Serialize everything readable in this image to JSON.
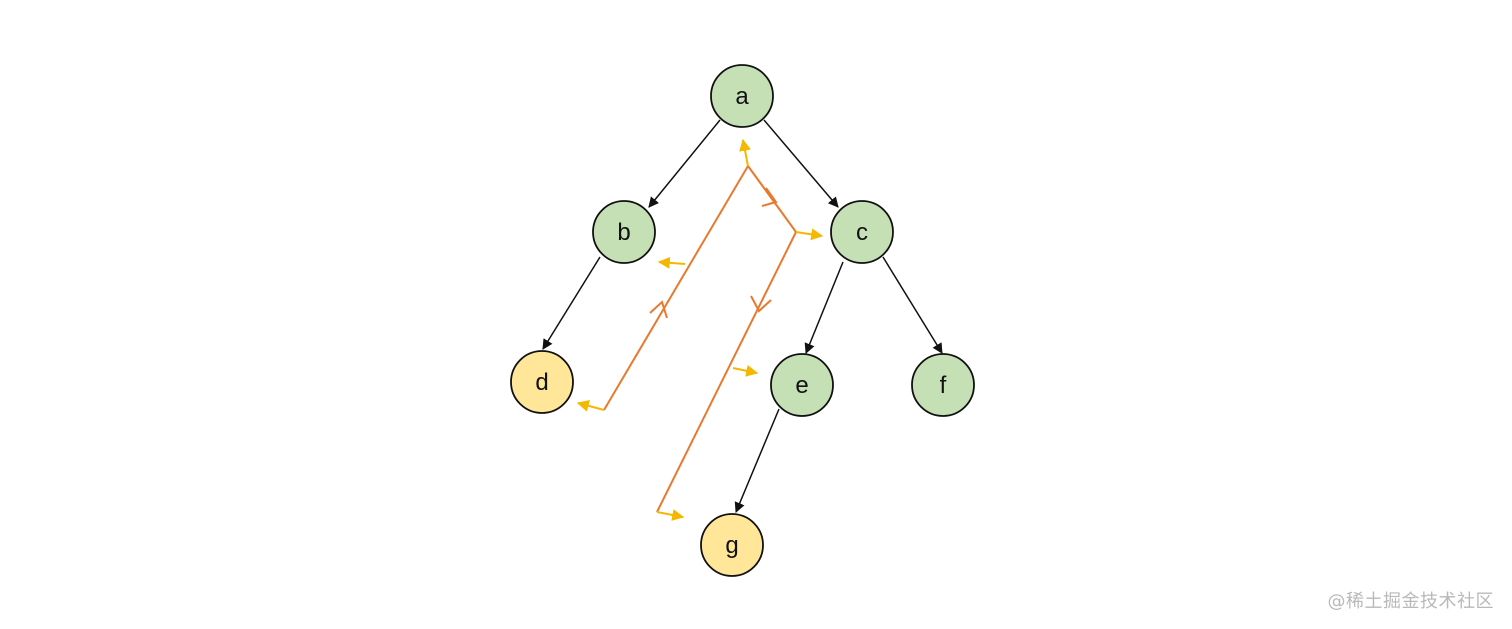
{
  "diagram": {
    "nodes": [
      {
        "id": "a",
        "label": "a",
        "status": "visited-inner"
      },
      {
        "id": "b",
        "label": "b",
        "status": "visited-inner"
      },
      {
        "id": "c",
        "label": "c",
        "status": "visited-inner"
      },
      {
        "id": "d",
        "label": "d",
        "status": "leaf-highlight"
      },
      {
        "id": "e",
        "label": "e",
        "status": "visited-inner"
      },
      {
        "id": "f",
        "label": "f",
        "status": "visited-inner"
      },
      {
        "id": "g",
        "label": "g",
        "status": "leaf-highlight"
      }
    ],
    "edges": [
      {
        "from": "a",
        "to": "b"
      },
      {
        "from": "a",
        "to": "c"
      },
      {
        "from": "b",
        "to": "d"
      },
      {
        "from": "c",
        "to": "e"
      },
      {
        "from": "c",
        "to": "f"
      },
      {
        "from": "e",
        "to": "g"
      }
    ],
    "traversal_path": [
      "d",
      "b",
      "a",
      "c",
      "e",
      "g"
    ],
    "colors": {
      "node_green_fill": "#c5e0b4",
      "node_yellow_fill": "#ffe699",
      "node_stroke": "#111111",
      "edge": "#111111",
      "path_orange": "#e8792e",
      "pointer_yellow": "#f5b800"
    }
  },
  "watermark": "@稀土掘金技术社区"
}
